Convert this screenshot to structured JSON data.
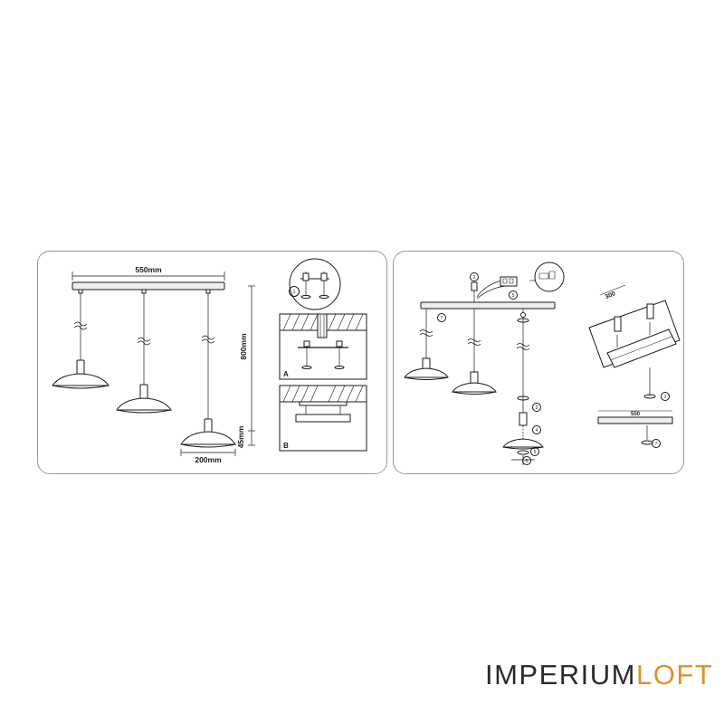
{
  "left": {
    "dim_width": "550mm",
    "dim_height": "800mm",
    "dim_shade_height": "45mm",
    "dim_shade_width": "200mm",
    "detail_a": "A",
    "detail_b": "B",
    "step_1": "1"
  },
  "right": {
    "steps": [
      "1",
      "2",
      "3",
      "4",
      "5",
      "6",
      "7"
    ],
    "rail_length": "550",
    "rail_depth": "300"
  },
  "brand": {
    "part1": "IMPERIUM",
    "part2": "LOFT",
    "accent": "#e0912b",
    "base": "#2b2b2b"
  }
}
